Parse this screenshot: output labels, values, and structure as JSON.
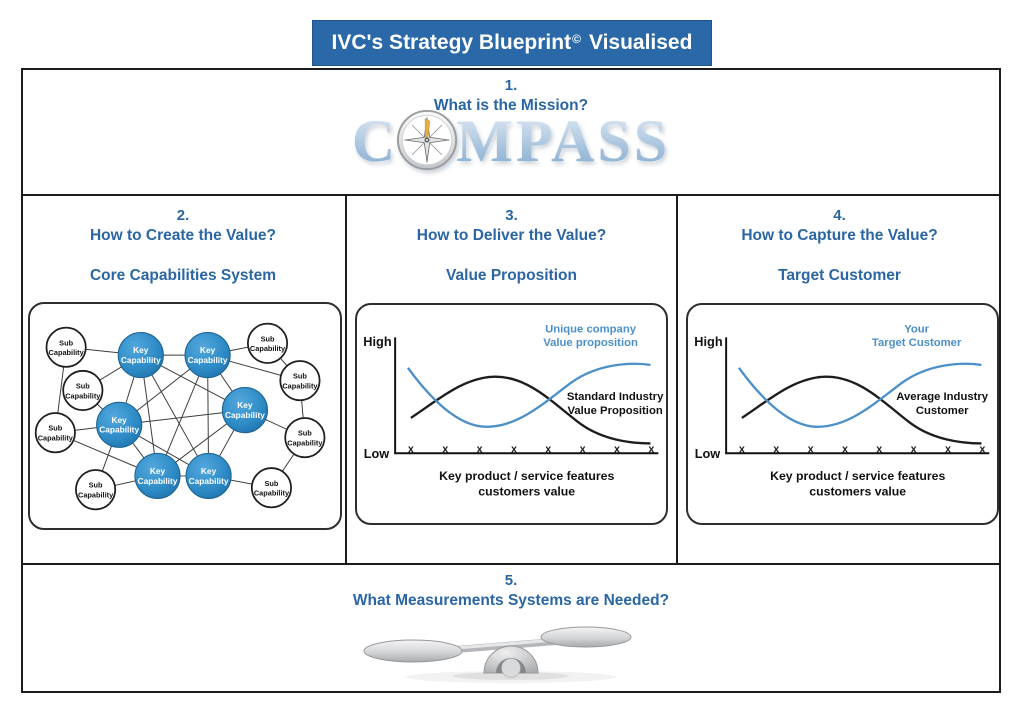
{
  "banner": {
    "title": "IVC's Strategy Blueprint",
    "sup": "©",
    "tail": "Visualised",
    "bg": "#2a68a8"
  },
  "palette": {
    "heading_blue": "#2b66a4",
    "banner_blue": "#2a68a8",
    "key_node_blue": "#2d8ac5",
    "curve_blue": "#4d90c8",
    "curve_black": "#1d1d1d",
    "frame_black": "#1c1c1c"
  },
  "sections": {
    "mission": {
      "number": "1.",
      "title": "What is the Mission?",
      "compass_prefix": "C",
      "compass_suffix": "MPASS",
      "icon": "compass-rose"
    },
    "create_value": {
      "number": "2.",
      "title": "How to Create the Value?",
      "subtitle": "Core Capabilities System",
      "network": {
        "key_label": [
          "Key",
          "Capability"
        ],
        "sub_label": [
          "Sub",
          "Capability"
        ],
        "key_count": 6,
        "sub_count": 8
      }
    },
    "deliver_value": {
      "number": "3.",
      "title": "How to Deliver the Value?",
      "subtitle": "Value Proposition",
      "chart": {
        "high": "High",
        "low": "Low",
        "tick": "x",
        "blue_line1": "Unique company",
        "blue_line2": "Value proposition",
        "black_line1": "Standard Industry",
        "black_line2": "Value Proposition",
        "xlabel1": "Key product / service features",
        "xlabel2": "customers value"
      }
    },
    "capture_value": {
      "number": "4.",
      "title": "How to Capture the Value?",
      "subtitle": "Target Customer",
      "chart": {
        "high": "High",
        "low": "Low",
        "tick": "x",
        "blue_line1": "Your",
        "blue_line2": "Target Customer",
        "black_line1": "Average Industry",
        "black_line2": "Customer",
        "xlabel1": "Key product / service features",
        "xlabel2": "customers value"
      }
    },
    "measurement": {
      "number": "5.",
      "title": "What Measurements Systems are Needed?",
      "icon": "balance-scale"
    }
  },
  "chart_data": [
    {
      "type": "line",
      "title": "Value Proposition (section 3)",
      "ylabel_top": "High",
      "ylabel_bottom": "Low",
      "y_axis": "qualitative Low to High",
      "x_tick_mark": "x",
      "x_tick_count": 8,
      "xlabel": "Key product / service features customers value",
      "grid": false,
      "legend_position": "inline annotations",
      "series": [
        {
          "name": "Unique company Value proposition",
          "color": "#4d90c8",
          "values_0to10": [
            7.6,
            5.4,
            3.6,
            3.0,
            3.8,
            5.6,
            7.2,
            7.9,
            8.0
          ]
        },
        {
          "name": "Standard Industry Value Proposition",
          "color": "#1d1d1d",
          "values_0to10": [
            3.2,
            5.0,
            6.8,
            7.3,
            6.6,
            4.8,
            2.6,
            1.4,
            1.2
          ]
        }
      ]
    },
    {
      "type": "line",
      "title": "Target Customer (section 4)",
      "ylabel_top": "High",
      "ylabel_bottom": "Low",
      "y_axis": "qualitative Low to High",
      "x_tick_mark": "x",
      "x_tick_count": 8,
      "xlabel": "Key product / service features customers value",
      "grid": false,
      "legend_position": "inline annotations",
      "series": [
        {
          "name": "Your Target Customer",
          "color": "#4d90c8",
          "values_0to10": [
            7.6,
            5.4,
            3.6,
            3.0,
            3.8,
            5.6,
            7.2,
            7.9,
            8.0
          ]
        },
        {
          "name": "Average Industry Customer",
          "color": "#1d1d1d",
          "values_0to10": [
            3.2,
            5.0,
            6.8,
            7.3,
            6.6,
            4.8,
            2.6,
            1.4,
            1.2
          ]
        }
      ]
    }
  ]
}
